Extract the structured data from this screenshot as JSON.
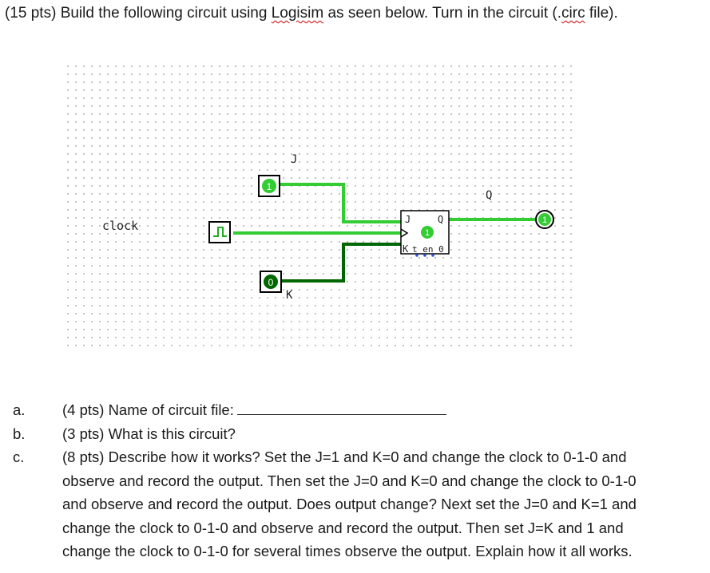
{
  "heading": {
    "before": "(15 pts) Build the following circuit using ",
    "logisim": "Logisim",
    "middle": " as seen below.  Turn in the circuit (.",
    "circ": "circ",
    "after": " file)."
  },
  "circuit": {
    "clock_label": "clock",
    "j_label": "J",
    "k_label": "K",
    "q_label": "Q",
    "j_value": "1",
    "k_value": "0",
    "state_value": "1",
    "output_value": "1",
    "ff_j_pin": "J",
    "ff_q_pin": "Q",
    "ff_k_pin": "K",
    "ff_name": "t en 0",
    "colors": {
      "wire_high": "#33cc33",
      "wire_low": "#006600",
      "led_on": "#33cc33"
    }
  },
  "questions": [
    {
      "marker": "a.",
      "lines": [
        "(4 pts) Name of circuit file:"
      ]
    },
    {
      "marker": "b.",
      "lines": [
        "(3 pts) What is this circuit?"
      ]
    },
    {
      "marker": "c.",
      "lines": [
        "(8 pts) Describe how it works?  Set the J=1 and K=0 and change the clock to 0-1-0 and",
        "observe and record the output. Then set the J=0 and K=0 and change the clock to 0-1-0",
        "and observe and record the output. Does output change?  Next set the J=0 and K=1 and",
        "change the clock to 0-1-0 and observe and record the output.  Then set J=K and 1 and",
        "change the clock to 0-1-0 for several times observe the output.  Explain how it all works."
      ]
    }
  ]
}
